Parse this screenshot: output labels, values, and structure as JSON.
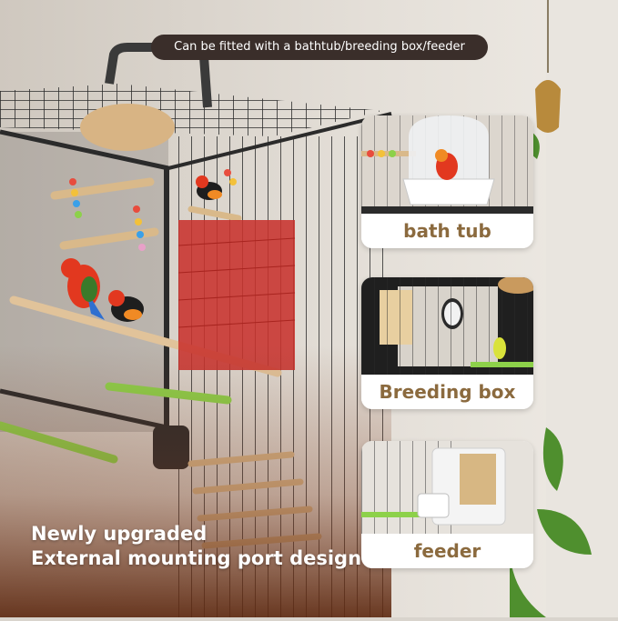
{
  "banner": {
    "text": "Can be fitted with a bathtub/breeding box/feeder"
  },
  "cards": [
    {
      "label": "bath tub"
    },
    {
      "label": "Breeding box"
    },
    {
      "label": "feeder"
    }
  ],
  "headline": {
    "line1": "Newly upgraded",
    "line2": "External mounting port design"
  },
  "colors": {
    "banner_bg": "#3a2e2a",
    "card_label_text": "#8b6a3e",
    "cage_frame": "#2b2b2b",
    "door_red": "#c8322e",
    "overlay_brown": "#7a3a1e"
  }
}
